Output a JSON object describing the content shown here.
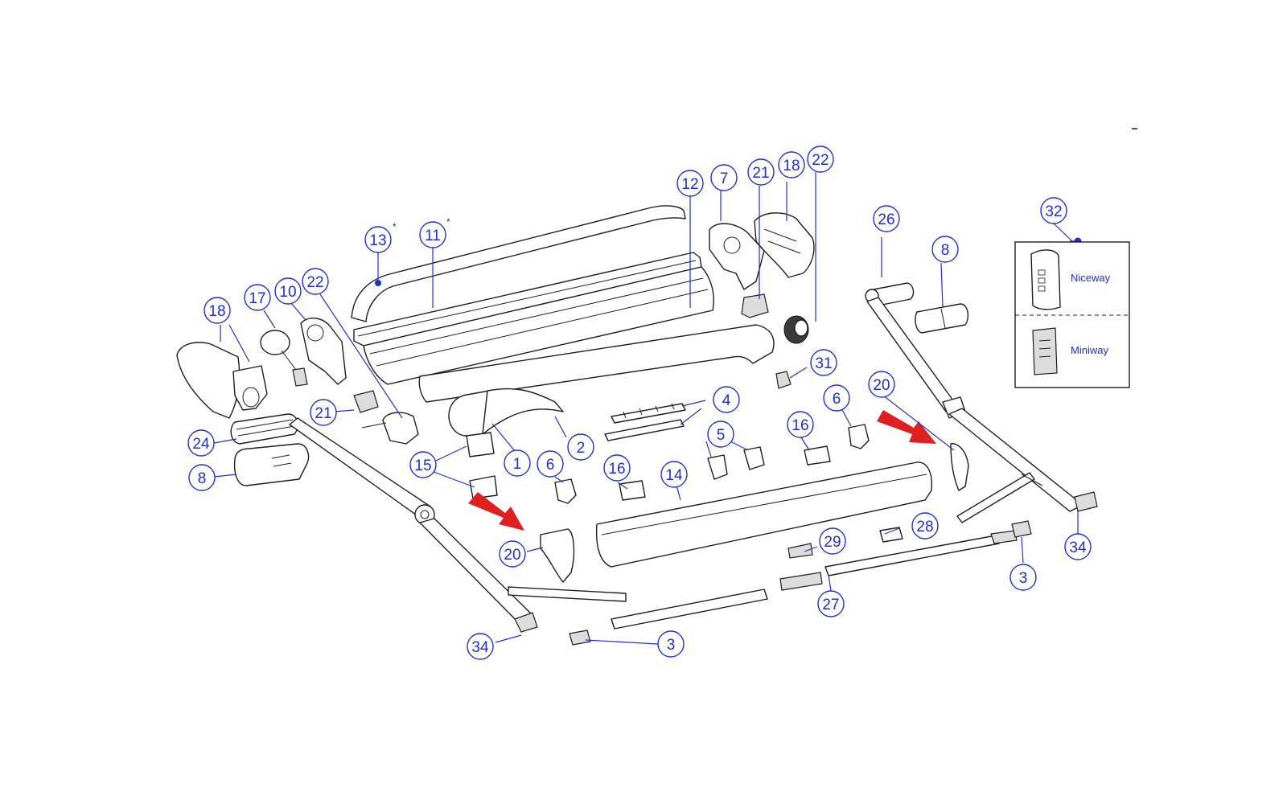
{
  "legend": {
    "number": "32",
    "options": [
      {
        "label": "Niceway",
        "icon": "remote-control-icon"
      },
      {
        "label": "Miniway",
        "icon": "remote-control-icon"
      }
    ]
  },
  "callouts": {
    "c13": "13",
    "c11": "11",
    "c12": "12",
    "c7": "7",
    "c21a": "21",
    "c18a": "18",
    "c22a": "22",
    "c18b": "18",
    "c17": "17",
    "c10": "10",
    "c22b": "22",
    "c21b": "21",
    "c24": "24",
    "c8a": "8",
    "c15": "15",
    "c1": "1",
    "c2": "2",
    "c4": "4",
    "c5": "5",
    "c6a": "6",
    "c16a": "16",
    "c14": "14",
    "c16b": "16",
    "c6b": "6",
    "c31": "31",
    "c26": "26",
    "c8b": "8",
    "c20a": "20",
    "c20b": "20",
    "c34a": "34",
    "c34b": "34",
    "c3a": "3",
    "c3b": "3",
    "c27": "27",
    "c28": "28",
    "c29": "29"
  },
  "notes": {
    "asterisk": "*"
  },
  "colors": {
    "callout": "#1f2fd6",
    "arrow": "#e02020",
    "line": "#1e1e1e"
  }
}
